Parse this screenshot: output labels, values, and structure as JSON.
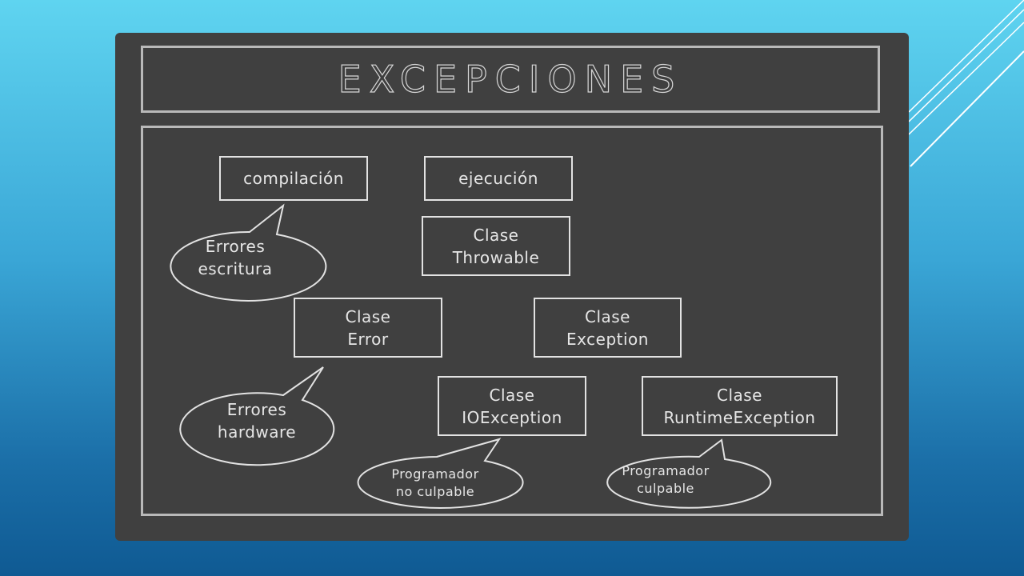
{
  "slide": {
    "title": "EXCEPCIONES"
  },
  "diagram": {
    "boxes": {
      "compilacion": "compilación",
      "ejecucion": "ejecución",
      "throwable": {
        "line1": "Clase",
        "line2": "Throwable"
      },
      "error": {
        "line1": "Clase",
        "line2": "Error"
      },
      "exception": {
        "line1": "Clase",
        "line2": "Exception"
      },
      "ioexception": {
        "line1": "Clase",
        "line2": "IOException"
      },
      "runtime": {
        "line1": "Clase",
        "line2": "RuntimeException"
      }
    },
    "bubbles": {
      "errores_escritura": {
        "line1": "Errores",
        "line2": "escritura"
      },
      "errores_hardware": {
        "line1": "Errores",
        "line2": "hardware"
      },
      "no_culpable": {
        "line1": "Programador",
        "line2": "no culpable"
      },
      "culpable": {
        "line1": "Programador",
        "line2": "culpable"
      }
    }
  },
  "colors": {
    "background_top": "#5fd4f0",
    "background_bottom": "#0f5a93",
    "board": "#404040",
    "chalk": "#e6e6e6",
    "frame": "#b9b9b9"
  }
}
